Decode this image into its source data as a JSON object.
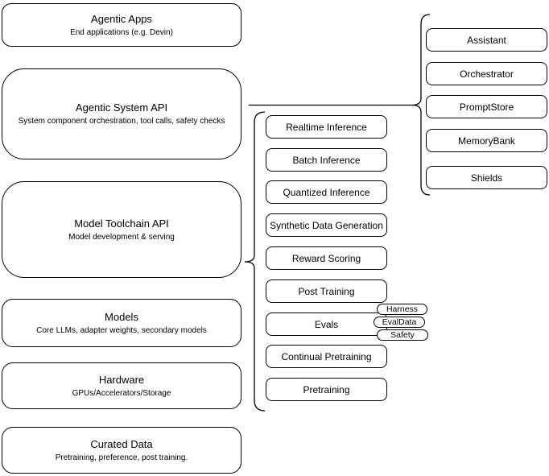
{
  "diagram": {
    "kind": "agentic-stack-architecture",
    "colors": {
      "stroke": "#000000",
      "fill": "#ffffff",
      "text": "#000000",
      "background": "#ffffff"
    },
    "stack": [
      {
        "title": "Agentic Apps",
        "subtitle": "End applications (e.g. Devin)"
      },
      {
        "title": "Agentic System API",
        "subtitle": "System component orchestration, tool calls, safety checks"
      },
      {
        "title": "Model Toolchain API",
        "subtitle": "Model development & serving"
      },
      {
        "title": "Models",
        "subtitle": "Core LLMs, adapter weights, secondary models"
      },
      {
        "title": "Hardware",
        "subtitle": "GPUs/Accelerators/Storage"
      },
      {
        "title": "Curated Data",
        "subtitle": "Pretraining, preference, post training."
      }
    ],
    "toolchain": {
      "items": [
        "Realtime Inference",
        "Batch Inference",
        "Quantized Inference",
        "Synthetic Data Generation",
        "Reward Scoring",
        "Post Training",
        "Evals",
        "Continual Pretraining",
        "Pretraining"
      ],
      "evals_children": [
        "Harness",
        "EvalData",
        "Safety"
      ]
    },
    "system": {
      "items": [
        "Assistant",
        "Orchestrator",
        "PromptStore",
        "MemoryBank",
        "Shields"
      ]
    }
  }
}
